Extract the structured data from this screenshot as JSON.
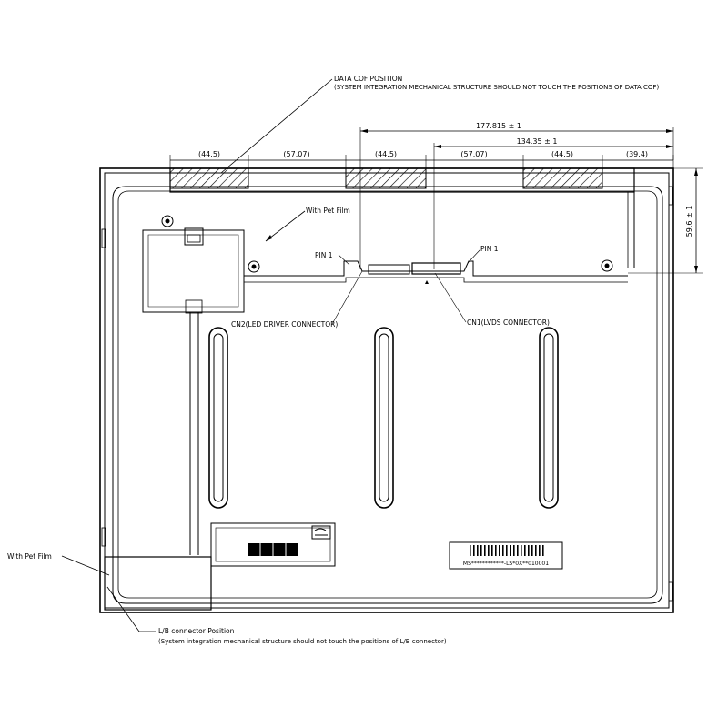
{
  "notes": {
    "data_cof_title": "DATA COF POSITION",
    "data_cof_note": "(SYSTEM INTEGRATION MECHANICAL STRUCTURE SHOULD NOT TOUCH THE POSITIONS OF DATA COF)",
    "lb_title": "L/B connector Position",
    "lb_note": "(System integration mechanical structure should not touch the positions of L/B connector)"
  },
  "dimensions": {
    "overall_top": "177.815 ± 1",
    "cn1_offset": "134.35 ± 1",
    "vertical": "59.6 ± 1",
    "cof_segments": [
      "(44.5)",
      "(57.07)",
      "(44.5)",
      "(57.07)",
      "(44.5)",
      "(39.4)"
    ]
  },
  "callouts": {
    "pet_film_top": "With Pet Film",
    "pet_film_left": "With Pet Film",
    "pin1_left": "PIN 1",
    "pin1_right": "PIN 1",
    "cn2": "CN2(LED DRIVER CONNECTOR)",
    "cn1": "CN1(LVDS CONNECTOR)"
  },
  "label": {
    "serial": "MS************-LS*0X**010001"
  }
}
